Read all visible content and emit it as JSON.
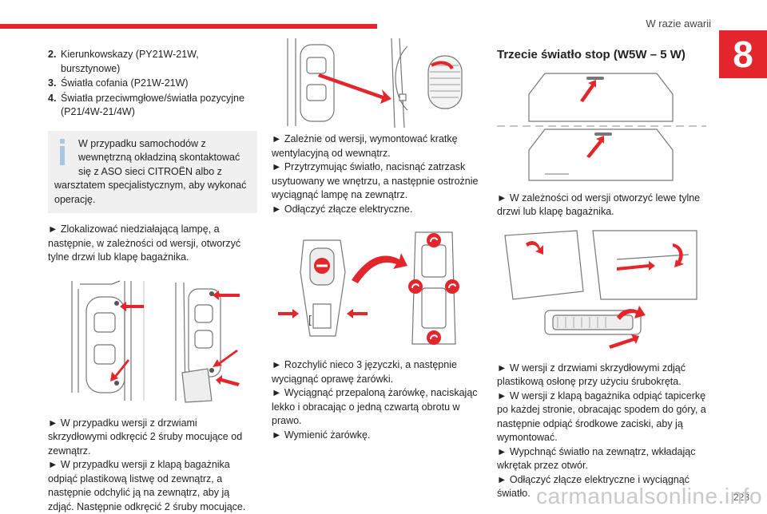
{
  "header": {
    "title": "W razie awarii",
    "chapter": "8"
  },
  "col1": {
    "list": [
      {
        "num": "2.",
        "text": "Kierunkowskazy (PY21W-21W, bursztynowe)"
      },
      {
        "num": "3.",
        "text": "Światła cofania (P21W-21W)"
      },
      {
        "num": "4.",
        "text": "Światła przeciwmgłowe/światła pozycyjne (P21/4W-21/4W)"
      }
    ],
    "note": "W przypadku samochodów z wewnętrzną okładziną skontaktować się z ASO sieci CITROËN albo z warsztatem specjalistycznym, aby wykonać operację.",
    "p1": "► Zlokalizować niedziałającą lampę, a następnie, w zależności od wersji, otworzyć tylne drzwi lub klapę bagażnika.",
    "p2": "► W przypadku wersji z drzwiami skrzydłowymi odkręcić 2 śruby mocujące od zewnątrz.",
    "p3": "► W przypadku wersji z klapą bagażnika odpiąć plastikową listwę od zewnątrz, a następnie odchylić ją na zewnątrz, aby ją zdjąć. Następnie odkręcić 2 śruby mocujące."
  },
  "col2": {
    "p1": "► Zależnie od wersji, wymontować kratkę wentylacyjną od wewnątrz.",
    "p2": "► Przytrzymując światło, nacisnąć zatrzask usytuowany we wnętrzu, a następnie ostrożnie wyciągnąć lampę na zewnątrz.",
    "p3": "► Odłączyć złącze elektryczne.",
    "p4": "► Rozchylić nieco 3 języczki, a następnie wyciągnąć oprawę żarówki.",
    "p5": "► Wyciągnąć przepaloną żarówkę, naciskając lekko i obracając o jedną czwartą obrotu w prawo.",
    "p6": "► Wymienić żarówkę."
  },
  "col3": {
    "title": "Trzecie światło stop (W5W – 5 W)",
    "p1": "► W zależności od wersji otworzyć lewe tylne drzwi lub klapę bagażnika.",
    "p2": "► W wersji z drzwiami skrzydłowymi zdjąć plastikową osłonę przy użyciu śrubokręta.",
    "p3": "► W wersji z klapą bagażnika odpiąć tapicerkę po każdej stronie, obracając spodem do góry, a następnie odpiąć środkowe zaciski, aby ją wymontować.",
    "p4": "► Wypchnąć światło na zewnątrz, wkładając wkrętak przez otwór.",
    "p5": "► Odłączyć złącze elektryczne i wyciągnąć światło."
  },
  "footer": {
    "page": "223",
    "watermark": "carmanualsonline.info"
  },
  "colors": {
    "accent": "#e3262b",
    "note_bg": "#f0f0f0",
    "info_icon": "#a7c7e4"
  }
}
